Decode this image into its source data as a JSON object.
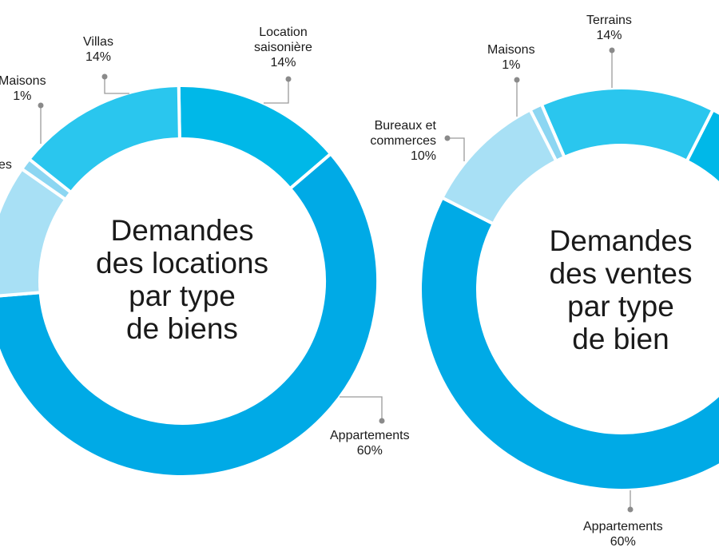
{
  "chart_data": [
    {
      "type": "pie",
      "donut": true,
      "title": "Demandes des locations par type de biens",
      "title_lines": [
        "Demandes",
        "des locations",
        "par type",
        "de biens"
      ],
      "slices": [
        {
          "label": "Location saisonière",
          "label_lines": [
            "Location",
            "saisonière"
          ],
          "value": 14,
          "value_label": "14%",
          "color": "#00b8e8"
        },
        {
          "label": "Appartements",
          "label_lines": [
            "Appartements"
          ],
          "value": 60,
          "value_label": "60%",
          "color": "#00aae6"
        },
        {
          "label": "es",
          "label_lines": [
            "es"
          ],
          "value": 11,
          "value_label": "",
          "color": "#a8e0f5"
        },
        {
          "label": "Maisons",
          "label_lines": [
            "Maisons"
          ],
          "value": 1,
          "value_label": "1%",
          "color": "#8cd6f2"
        },
        {
          "label": "Villas",
          "label_lines": [
            "Villas"
          ],
          "value": 14,
          "value_label": "14%",
          "color": "#2ac6ee"
        }
      ]
    },
    {
      "type": "pie",
      "donut": true,
      "title": "Demandes des ventes par type de bien",
      "title_lines": [
        "Demandes",
        "des ventes",
        "par type",
        "de bien"
      ],
      "slices": [
        {
          "label": "",
          "value": 15,
          "value_label": "",
          "color": "#00b8e8"
        },
        {
          "label": "Appartements",
          "label_lines": [
            "Appartements"
          ],
          "value": 60,
          "value_label": "60%",
          "color": "#00aae6"
        },
        {
          "label": "Bureaux et commerces",
          "label_lines": [
            "Bureaux et",
            "commerces"
          ],
          "value": 10,
          "value_label": "10%",
          "color": "#a8e0f5"
        },
        {
          "label": "Maisons",
          "label_lines": [
            "Maisons"
          ],
          "value": 1,
          "value_label": "1%",
          "color": "#8cd6f2"
        },
        {
          "label": "Terrains",
          "label_lines": [
            "Terrains"
          ],
          "value": 14,
          "value_label": "14%",
          "color": "#2ac6ee"
        }
      ]
    }
  ]
}
